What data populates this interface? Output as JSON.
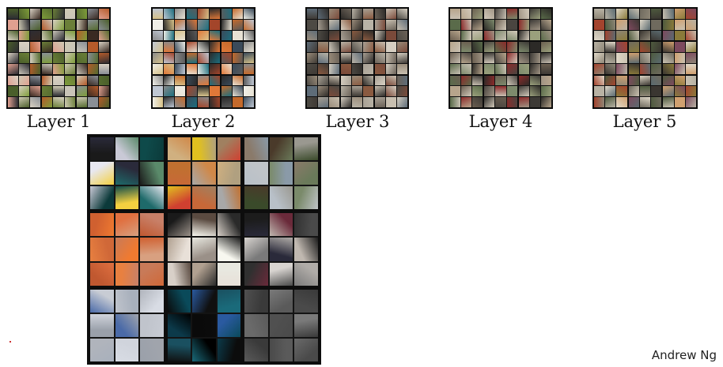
{
  "layers": [
    {
      "label": "Layer 1"
    },
    {
      "label": "Layer 2"
    },
    {
      "label": "Layer 3"
    },
    {
      "label": "Layer 4"
    },
    {
      "label": "Layer 5"
    }
  ],
  "credit": "Andrew Ng",
  "palettes": {
    "layer1": [
      "#2d2d33",
      "#8a8f96",
      "#c9c4b8",
      "#4a5e2a",
      "#b55b2a",
      "#7e9c3a",
      "#d9d1c3",
      "#3a2a22",
      "#6b7f38",
      "#e0a090",
      "#556b2f",
      "#cfcab4"
    ],
    "layer2": [
      "#2a2a2a",
      "#d7c28a",
      "#c46a2c",
      "#e07838",
      "#bfc7d3",
      "#3a4a5a",
      "#1d6e7e",
      "#8a8a8a",
      "#e8e2d4",
      "#a3452a",
      "#f0efe8",
      "#5a5a5a"
    ],
    "layer3": [
      "#6b6258",
      "#a8a094",
      "#3f3a35",
      "#c8bfb0",
      "#8a5a40",
      "#5e6c78",
      "#d6cfc2",
      "#2e2b28",
      "#9a8c7a",
      "#7a4a3a",
      "#b9b3a6",
      "#4d4a44"
    ],
    "layer4": [
      "#5a6b4a",
      "#a09484",
      "#8b2a2a",
      "#c8c0b2",
      "#3d3a36",
      "#7d8a6c",
      "#b7a58c",
      "#2c2a27",
      "#d2c9ba",
      "#6a5e50",
      "#9aa07c",
      "#4a4540"
    ],
    "layer5": [
      "#6f6a5e",
      "#a4442e",
      "#c9c1b0",
      "#4e5a3e",
      "#8e8676",
      "#d0a070",
      "#3a3631",
      "#b8b2a4",
      "#7d4a5e",
      "#5a6a70",
      "#e0d8c8",
      "#8a7a3a"
    ],
    "big_blocks": [
      [
        "#1a1a1a",
        "#c9c9d6",
        "#0e4a4a",
        "#e8e8f0",
        "#2a2a3a",
        "#5a8a6a",
        "#0c3a3a",
        "#f4d040",
        "#1e6a6a"
      ],
      [
        "#d0b080",
        "#e0c020",
        "#a08060",
        "#c07030",
        "#d08848",
        "#b0a080",
        "#d04030",
        "#c86838",
        "#a8a8a8"
      ],
      [
        "#8a7a6a",
        "#4a3a2a",
        "#9a9890",
        "#c0c4c8",
        "#8a9aa8",
        "#6a7a5a",
        "#3a4a2a",
        "#b8c0c8",
        "#7a8a6a"
      ],
      [
        "#d06030",
        "#e07040",
        "#c88068",
        "#d06838",
        "#f07a30",
        "#d8a080",
        "#c05830",
        "#e88040",
        "#c87a58"
      ],
      [
        "#1a1a1a",
        "#5a4a40",
        "#2a2a2a",
        "#e8e0d8",
        "#9a9088",
        "#f8f8f0",
        "#d8d0c8",
        "#b0a090",
        "#e8e8e0"
      ],
      [
        "#1c1c1c",
        "#6a2a3a",
        "#4a4a4a",
        "#7a7a7a",
        "#2a2a3a",
        "#c0b8b0",
        "#303030",
        "#d8d4d0",
        "#b0aca8"
      ],
      [
        "#c8ccd4",
        "#a8b0bc",
        "#d8dce4",
        "#9aa0aa",
        "#4a6aa8",
        "#c0c4cc",
        "#b0b4bc",
        "#d0d4dc",
        "#a0a4ac"
      ],
      [
        "#0a4a5a",
        "#101010",
        "#1a6a7a",
        "#0c3a4a",
        "#0a0a0a",
        "#2a5aa0",
        "#1a5060",
        "#000000",
        "#0c0c0c"
      ],
      [
        "#3a3a3a",
        "#5a5a5a",
        "#4a4a4a",
        "#6a6a6a",
        "#505050",
        "#7a7a7a",
        "#3a3a3a",
        "#5a5a5a",
        "#4a4a4a"
      ]
    ]
  }
}
